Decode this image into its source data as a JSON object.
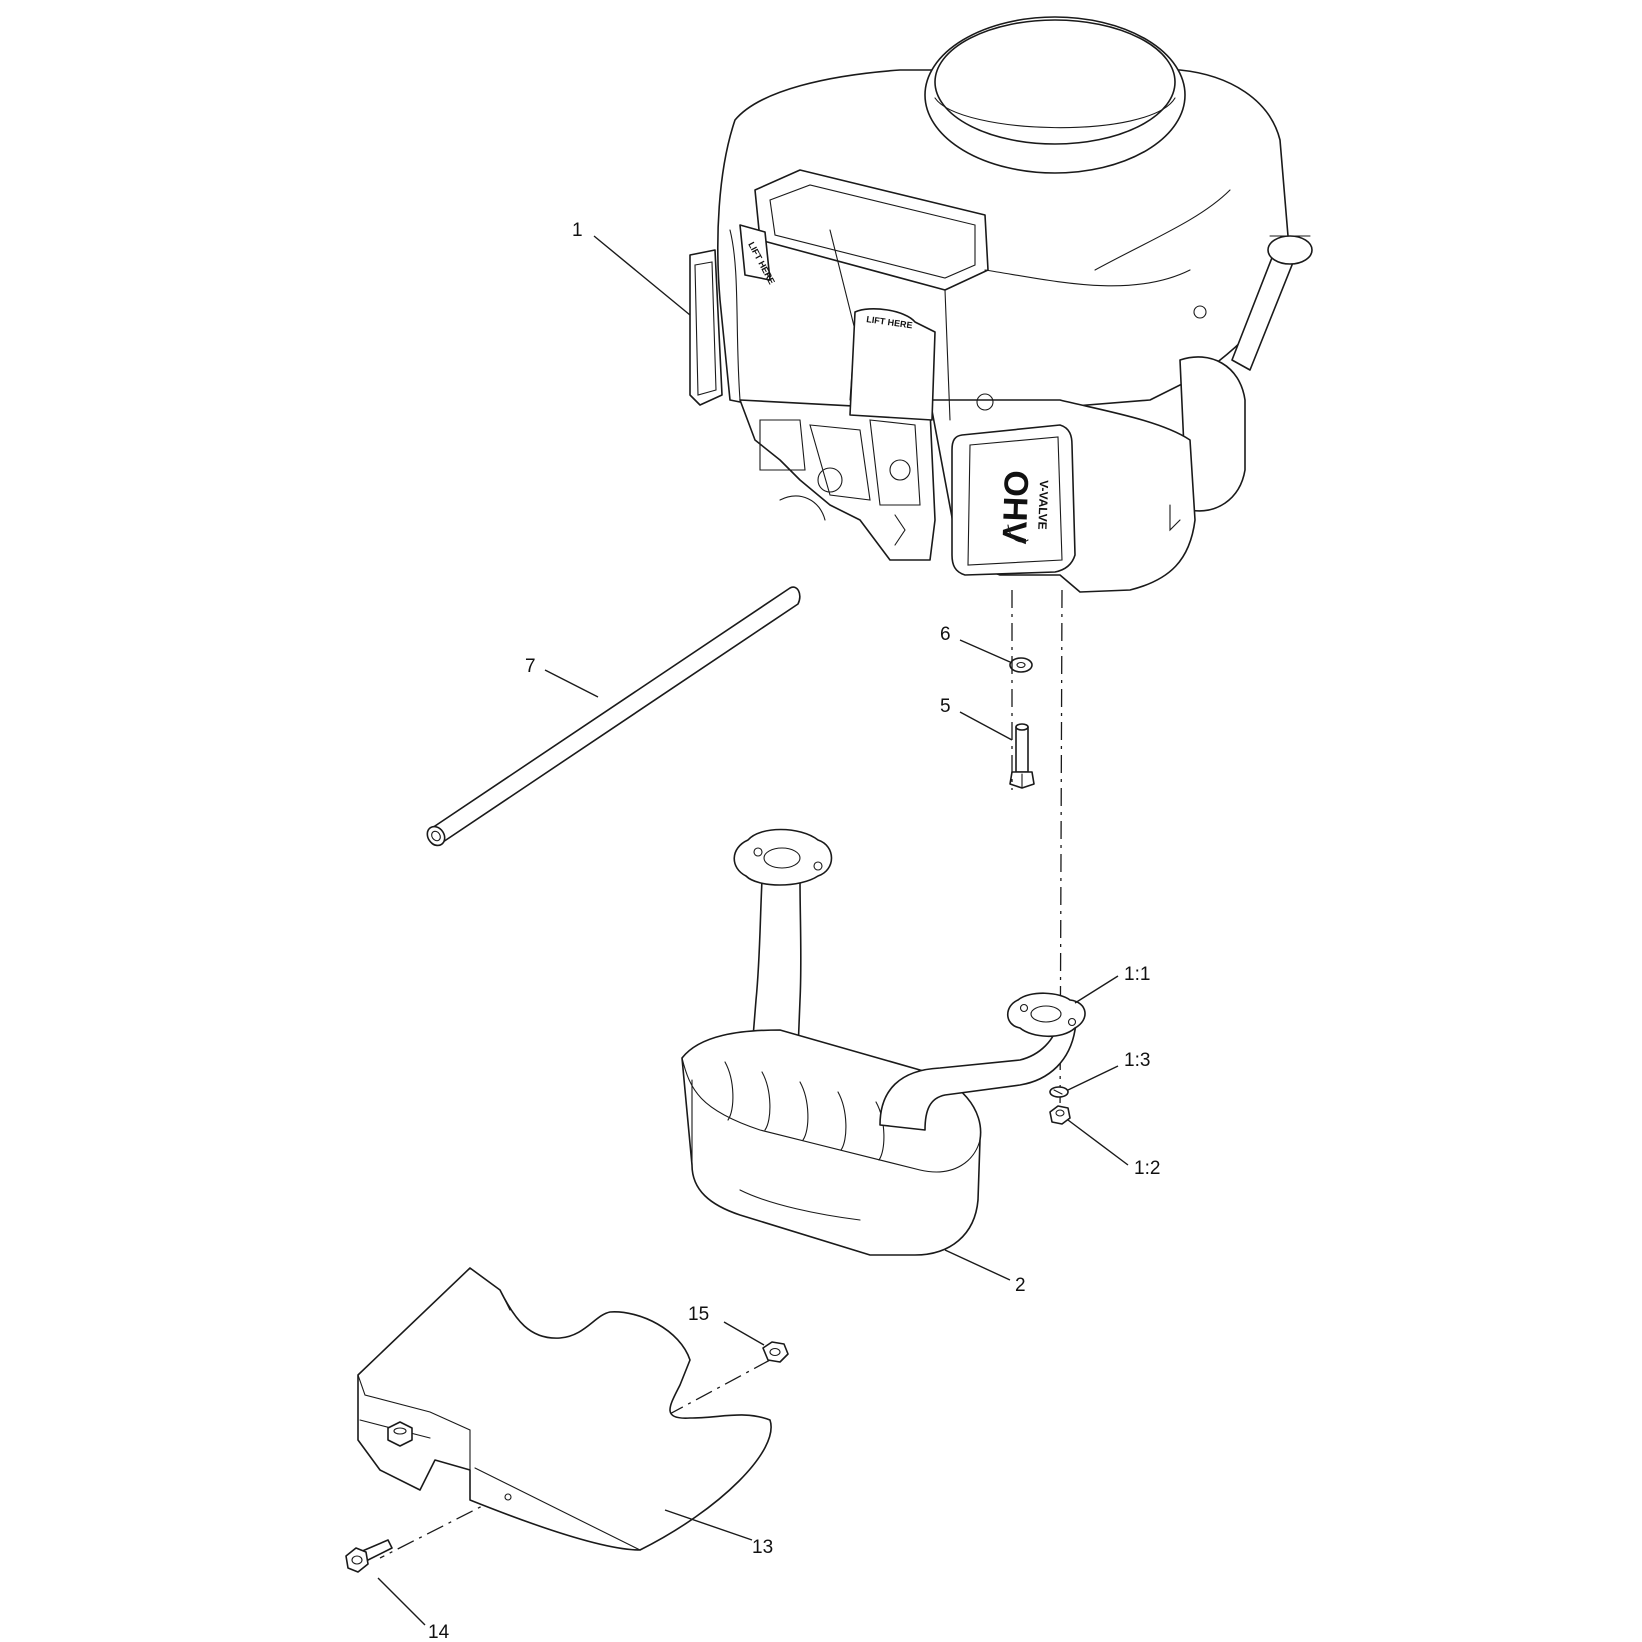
{
  "engine_decals": {
    "lift_here": "LIFT HERE",
    "ohv": "OHV",
    "v_valve": "V-VALVE"
  },
  "callouts": {
    "engine": "1",
    "gasket": "1:1",
    "nut": "1:2",
    "lock_washer": "1:3",
    "muffler": "2",
    "bolt": "5",
    "washer": "6",
    "tube": "7",
    "heat_shield": "13",
    "shield_bolt": "14",
    "shield_nut": "15"
  }
}
